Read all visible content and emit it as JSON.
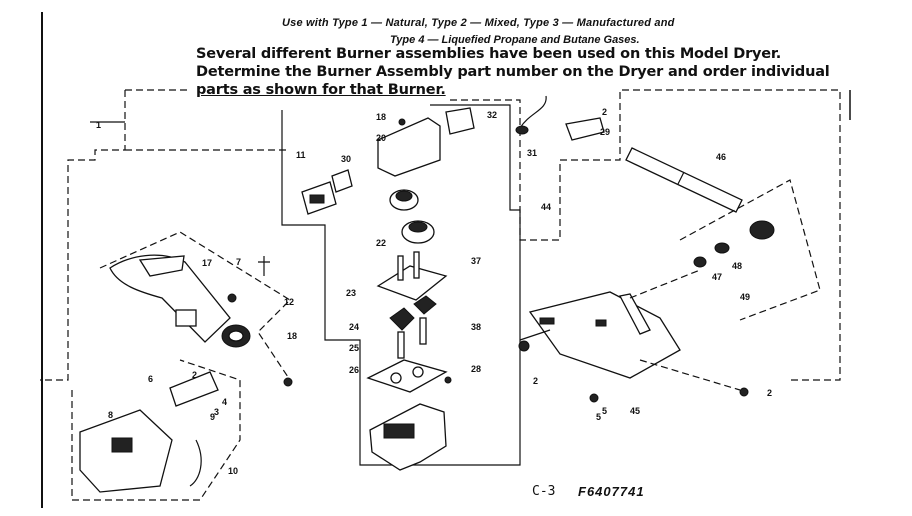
{
  "header": {
    "line1": "Use with Type 1 — Natural, Type 2 — Mixed, Type 3 — Manufactured and",
    "line2": "Type 4 — Liquefied Propane and Butane Gases."
  },
  "note": {
    "line1": "Several different Burner assemblies have been used on this Model Dryer.",
    "line2": "Determine the Burner Assembly part number on the Dryer and order individual",
    "line3": "parts as shown for that Burner."
  },
  "callouts": {
    "c1": "1",
    "c2a": "2",
    "c2b": "2",
    "c2c": "2",
    "c2d": "2",
    "c3": "3",
    "c4": "4",
    "c5": "5",
    "c6": "6",
    "c7": "7",
    "c8": "8",
    "c9": "9",
    "c10": "10",
    "c11": "11",
    "c12": "12",
    "c17": "17",
    "c18a": "18",
    "c18b": "18",
    "c20": "20",
    "c22": "22",
    "c23": "23",
    "c24": "24",
    "c25": "25",
    "c26": "26",
    "c28": "28",
    "c29": "29",
    "c30": "30",
    "c31": "31",
    "c32": "32",
    "c37": "37",
    "c38": "38",
    "c44": "44",
    "c45": "45",
    "c46": "46",
    "c47": "47",
    "c48": "48",
    "c49": "49",
    "c5b": "5"
  },
  "footer": {
    "sheet": "C-3",
    "code": "F6407741"
  }
}
